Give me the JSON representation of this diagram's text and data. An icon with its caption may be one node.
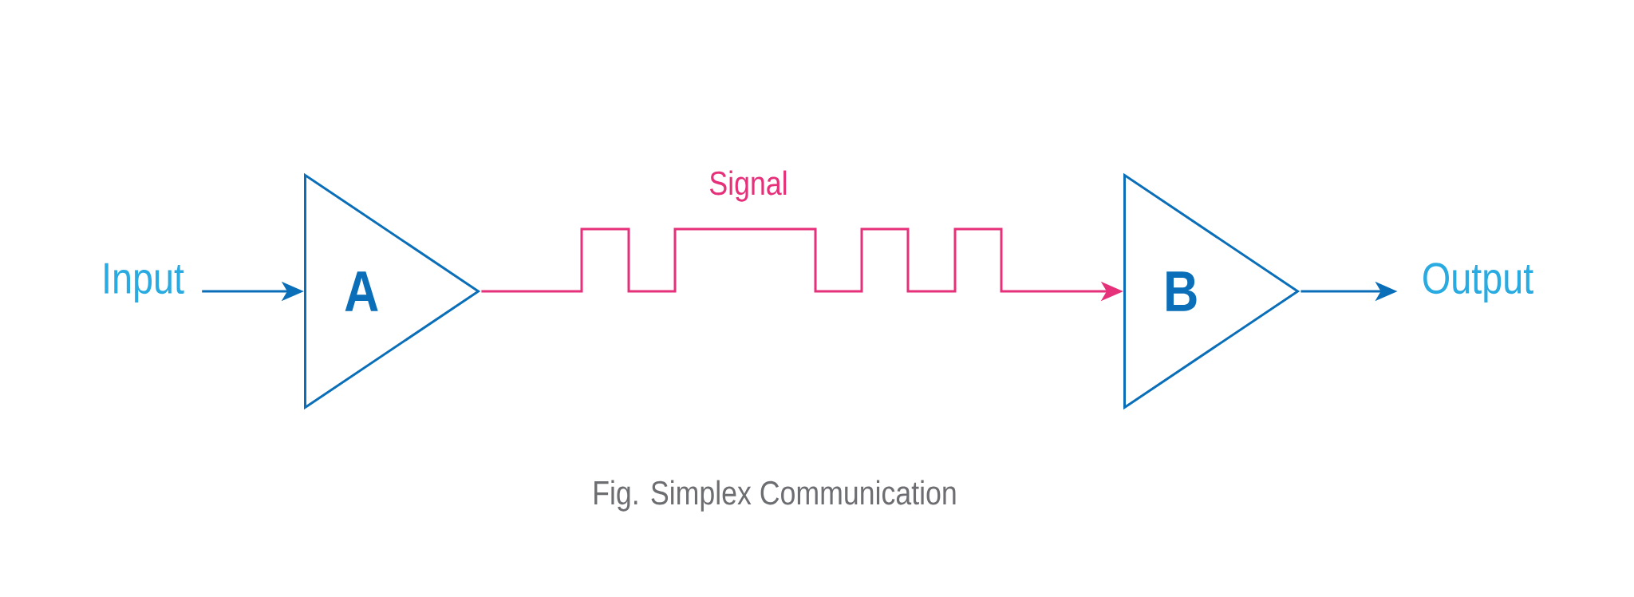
{
  "diagram": {
    "caption": "Fig. Simplex Communication",
    "nodes": [
      {
        "text": [
          "Input"
        ]
      },
      {
        "text": [
          "A"
        ]
      },
      {
        "text": [
          "B"
        ]
      },
      {
        "text": [
          "Output"
        ]
      }
    ],
    "edges": [
      {
        "from": 0,
        "to": 1,
        "arrow": "to"
      },
      {
        "from": 1,
        "to": 2,
        "arrow": "to",
        "label": "Signal",
        "color": "#e6317a"
      },
      {
        "from": 2,
        "to": 3,
        "arrow": "to"
      }
    ]
  }
}
